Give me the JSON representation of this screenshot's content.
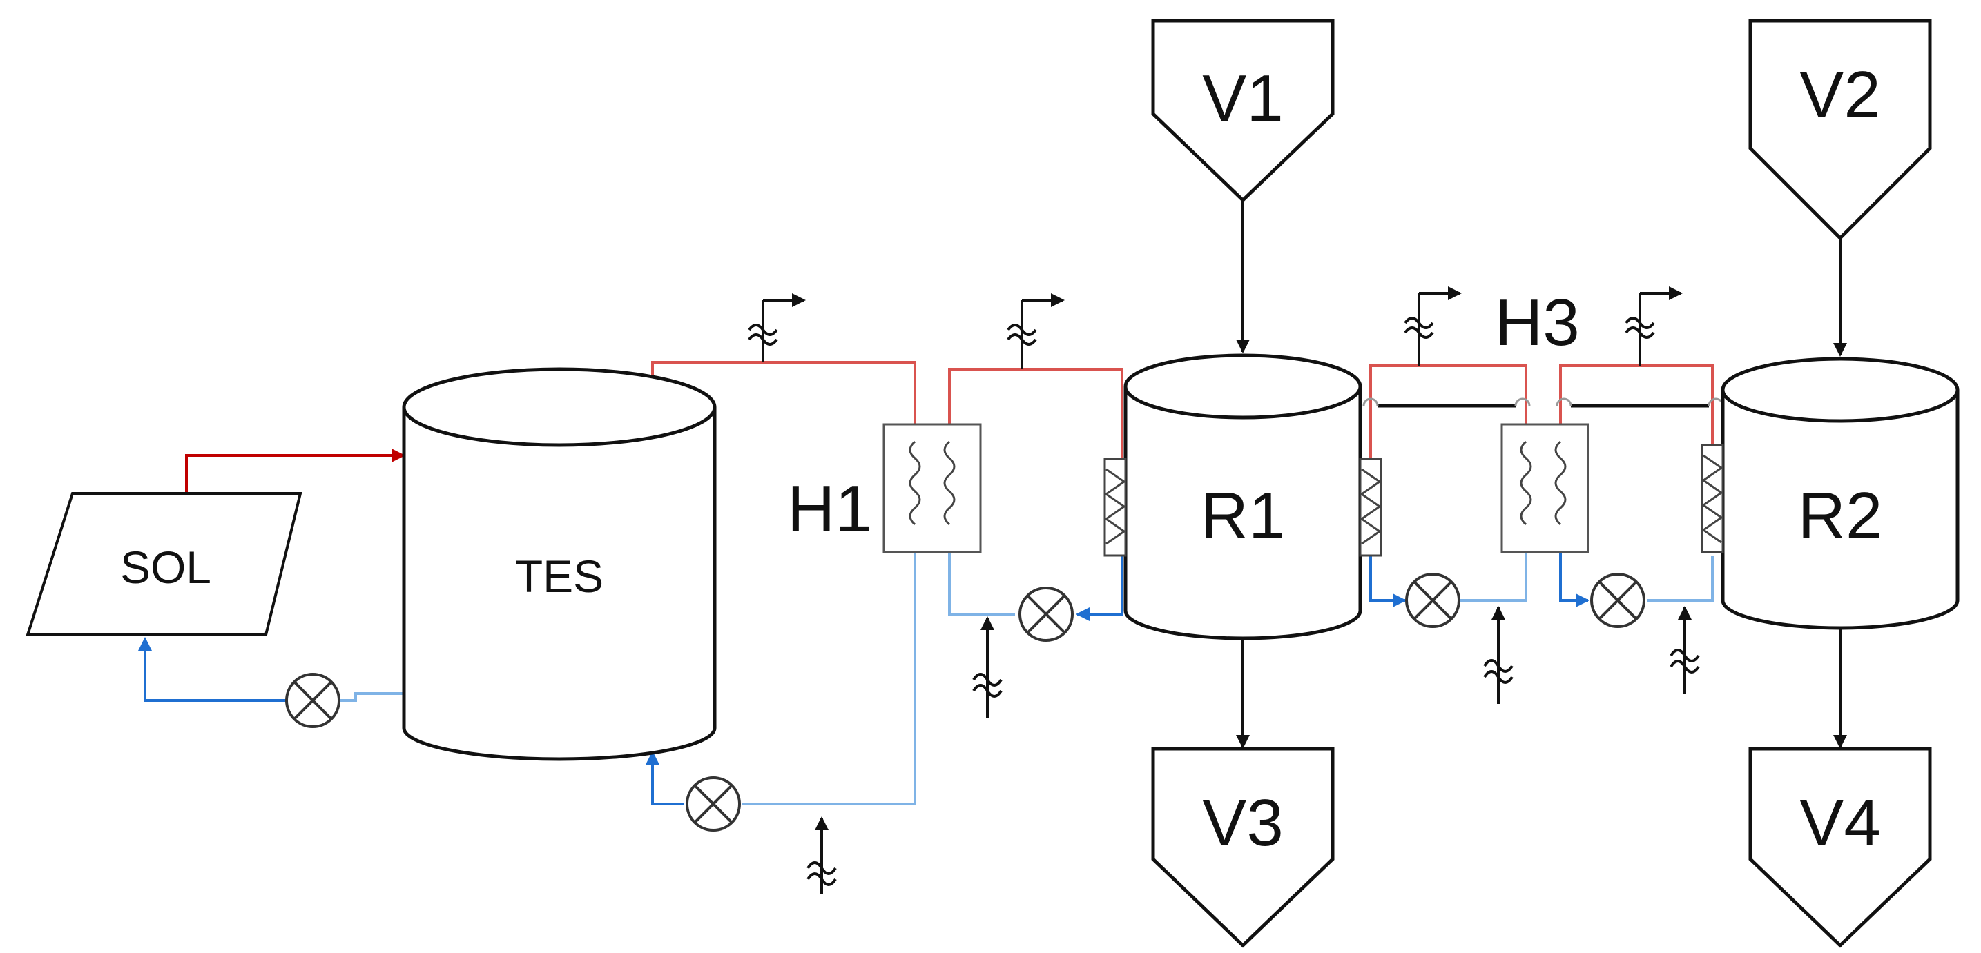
{
  "labels": {
    "sol": "SOL",
    "tes": "TES",
    "h1": "H1",
    "h3": "H3",
    "r1": "R1",
    "r2": "R2",
    "v1": "V1",
    "v2": "V2",
    "v3": "V3",
    "v4": "V4"
  },
  "colors": {
    "hot_line": "#d9534f",
    "hot_arrow": "#c00000",
    "cold_line": "#7fb3e6",
    "cold_arrow": "#1f6fd1",
    "outline": "#111111"
  }
}
